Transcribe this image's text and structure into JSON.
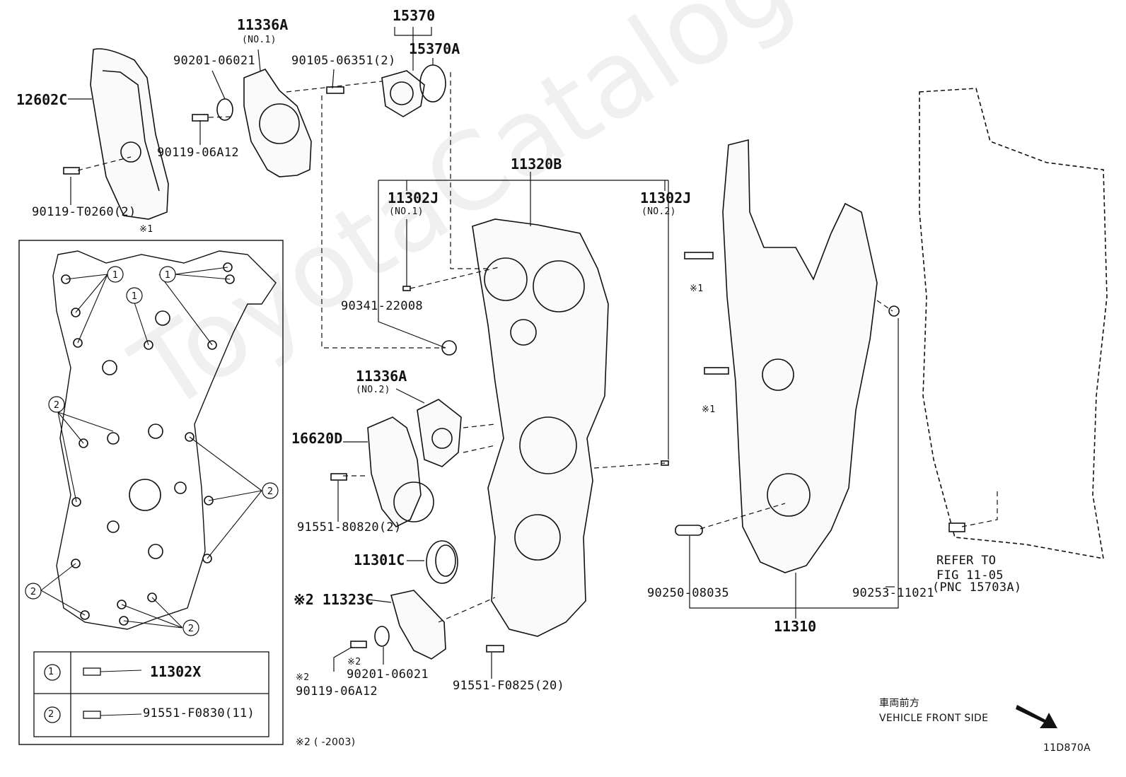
{
  "diagram_id": "11D870A",
  "watermark": "ToyotaCatalogue.ru",
  "labels": {
    "p12602C": "12602C",
    "p90119_T0260": "90119-T0260(2)",
    "p11336A_top": "11336A",
    "p11336A_top_sub": "(NO.1)",
    "p90201_06021_top": "90201-06021",
    "p90119_06A12_top": "90119-06A12",
    "p15370": "15370",
    "p15370A": "15370A",
    "p90105_06351": "90105-06351(2)",
    "p11320B": "11320B",
    "p11302J_1": "11302J",
    "p11302J_1_sub": "(NO.1)",
    "p11302J_2": "11302J",
    "p11302J_2_sub": "(NO.2)",
    "p90341_22008": "90341-22008",
    "p11336A_mid": "11336A",
    "p11336A_mid_sub": "(NO.2)",
    "p16620D": "16620D",
    "p91551_80820": "91551-80820(2)",
    "p11301C": "11301C",
    "p11323C": "※2 11323C",
    "p90201_06021_bot": "90201-06021",
    "p90201_06021_bot_note": "※2",
    "p90119_06A12_bot": "90119-06A12",
    "p90119_06A12_bot_note": "※2",
    "p91551_F0825": "91551-F0825(20)",
    "note1_a": "※1",
    "note1_b": "※1",
    "note1_box": "※1",
    "p90250_08035": "90250-08035",
    "p90253_11021": "90253-11021",
    "p11310": "11310",
    "refer_line1": "REFER TO",
    "refer_line2": "FIG 11-05",
    "refer_line3": "(PNC 15703A)",
    "front_jp": "車両前方",
    "front_en": "VEHICLE FRONT SIDE",
    "footnote2": "※2 (      -2003)"
  },
  "legend": {
    "rows": [
      {
        "marker": "1",
        "part": "11302X"
      },
      {
        "marker": "2",
        "part": "91551-F0830(11)"
      }
    ]
  }
}
